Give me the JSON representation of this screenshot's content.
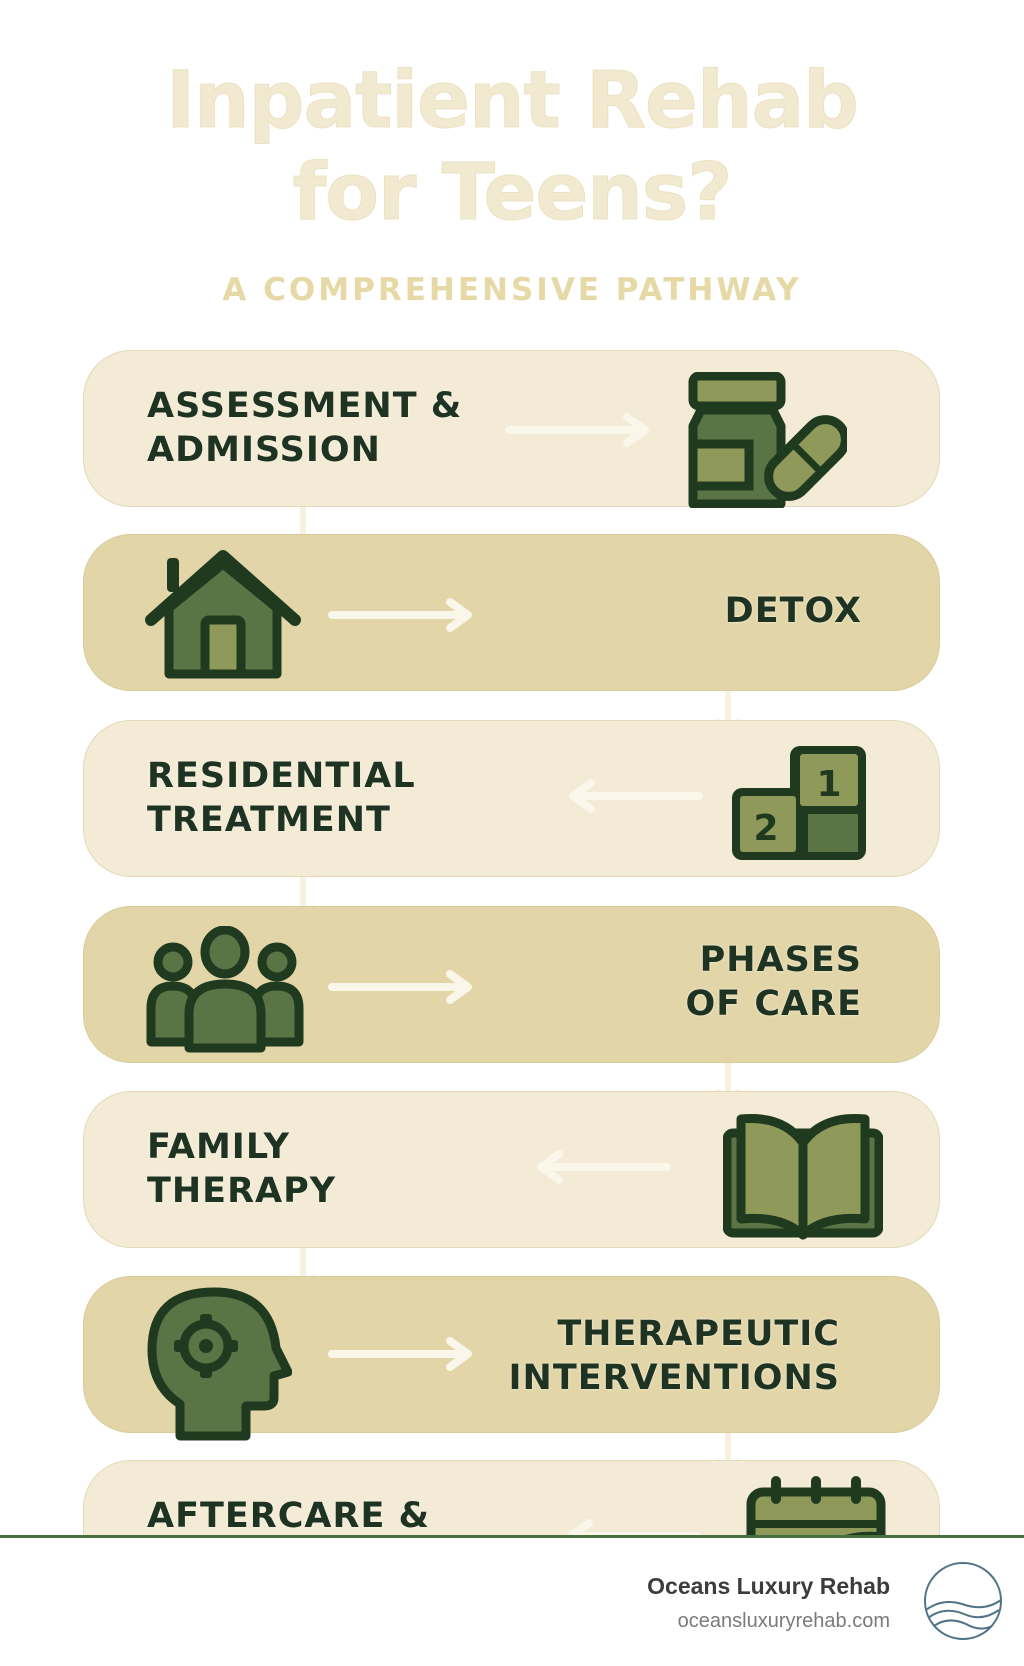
{
  "header": {
    "title_line1": "Inpatient Rehab",
    "title_line2": "for Teens?",
    "subtitle": "A COMPREHENSIVE PATHWAY"
  },
  "colors": {
    "light_card": "#f3ebd5",
    "dark_card": "#e2d6a9",
    "text_dark": "#1f3323",
    "icon_dark": "#1f3a1f",
    "icon_mid": "#5a7446",
    "icon_light": "#8f9a5a",
    "arrow": "#fbf6ea",
    "footer_rule": "#48703f",
    "logo_stroke": "#4f7485"
  },
  "steps": [
    {
      "line1": "ASSESSMENT &",
      "line2": "ADMISSION",
      "icon": "pill-bottle-icon",
      "arrow": "right"
    },
    {
      "line1": "DETOX",
      "line2": "",
      "icon": "house-icon",
      "arrow": "right"
    },
    {
      "line1": "RESIDENTIAL",
      "line2": "TREATMENT",
      "icon": "podium-icon",
      "arrow": "left"
    },
    {
      "line1": "PHASES",
      "line2": "OF CARE",
      "icon": "group-icon",
      "arrow": "right"
    },
    {
      "line1": "FAMILY",
      "line2": "THERAPY",
      "icon": "open-book-icon",
      "arrow": "left"
    },
    {
      "line1": "THERAPEUTIC",
      "line2": "INTERVENTIONS",
      "icon": "head-gear-icon",
      "arrow": "right"
    },
    {
      "line1": "AFTERCARE &",
      "line2": "",
      "icon": "calendar-icon",
      "arrow": "left"
    }
  ],
  "podium": {
    "first": "1",
    "second": "2"
  },
  "footer": {
    "brand": "Oceans Luxury Rehab",
    "domain": "oceansluxuryrehab.com"
  }
}
